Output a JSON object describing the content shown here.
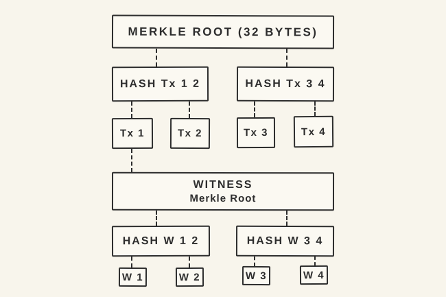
{
  "colors": {
    "background": "#f8f5ec",
    "ink": "#2d2d2d",
    "node_fill": "#fbf9f2"
  },
  "diagram": {
    "description": "Merkle tree of transactions with witness merkle root",
    "nodes": {
      "merkle_root": {
        "label": "MERKLE ROOT (32 BYTES)"
      },
      "hash_tx_12": {
        "label": "HASH Tx 1 2"
      },
      "hash_tx_34": {
        "label": "HASH Tx 3 4"
      },
      "tx_1": {
        "label": "Tx 1"
      },
      "tx_2": {
        "label": "Tx 2"
      },
      "tx_3": {
        "label": "Tx 3"
      },
      "tx_4": {
        "label": "Tx 4"
      },
      "witness": {
        "label_line1": "WITNESS",
        "label_line2": "Merkle Root"
      },
      "hash_w_12": {
        "label": "HASH W 1 2"
      },
      "hash_w_34": {
        "label": "HASH W 3 4"
      },
      "w_1": {
        "label": "W 1"
      },
      "w_2": {
        "label": "W 2"
      },
      "w_3": {
        "label": "W 3"
      },
      "w_4": {
        "label": "W 4"
      }
    },
    "edges": [
      {
        "from": "merkle_root",
        "to": "hash_tx_12",
        "style": "dashed"
      },
      {
        "from": "merkle_root",
        "to": "hash_tx_34",
        "style": "dashed"
      },
      {
        "from": "hash_tx_12",
        "to": "tx_1",
        "style": "dashed"
      },
      {
        "from": "hash_tx_12",
        "to": "tx_2",
        "style": "dashed"
      },
      {
        "from": "hash_tx_34",
        "to": "tx_3",
        "style": "dashed"
      },
      {
        "from": "hash_tx_34",
        "to": "tx_4",
        "style": "dashed"
      },
      {
        "from": "tx_1",
        "to": "witness",
        "style": "dashed"
      },
      {
        "from": "witness",
        "to": "hash_w_12",
        "style": "dashed"
      },
      {
        "from": "witness",
        "to": "hash_w_34",
        "style": "dashed"
      },
      {
        "from": "hash_w_12",
        "to": "w_1",
        "style": "dashed"
      },
      {
        "from": "hash_w_12",
        "to": "w_2",
        "style": "dashed"
      },
      {
        "from": "hash_w_34",
        "to": "w_3",
        "style": "dashed"
      },
      {
        "from": "hash_w_34",
        "to": "w_4",
        "style": "dashed"
      }
    ]
  }
}
